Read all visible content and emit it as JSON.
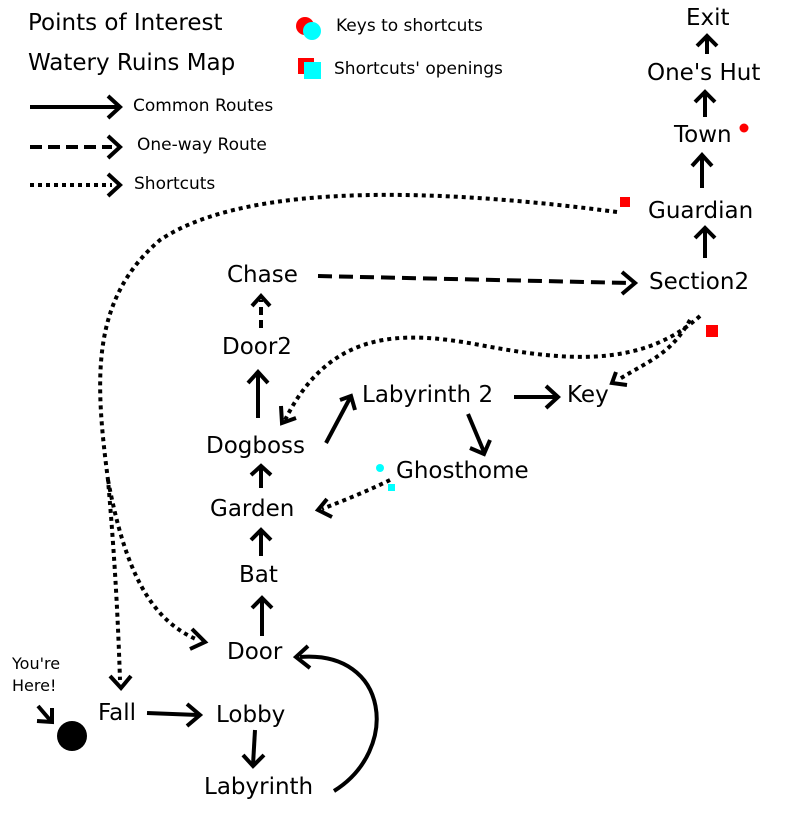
{
  "title": {
    "line1": "Points of Interest",
    "line2": "Watery Ruins Map"
  },
  "legend": {
    "common": "Common Routes",
    "oneway": "One-way Route",
    "shortcuts": "Shortcuts",
    "keys": "Keys to shortcuts",
    "openings": "Shortcuts' openings"
  },
  "colors": {
    "key_red": "#ff0000",
    "key_cyan": "#00ffff",
    "line": "#000000"
  },
  "you_are_here": {
    "line1": "You're",
    "line2": "Here!"
  },
  "nodes": {
    "exit": "Exit",
    "ones_hut": "One's Hut",
    "town": "Town",
    "guardian": "Guardian",
    "section2": "Section2",
    "chase": "Chase",
    "door2": "Door2",
    "labyrinth2": "Labyrinth 2",
    "key": "Key",
    "dogboss": "Dogboss",
    "ghosthome": "Ghosthome",
    "garden": "Garden",
    "bat": "Bat",
    "door": "Door",
    "fall": "Fall",
    "lobby": "Lobby",
    "labyrinth": "Labyrinth"
  }
}
